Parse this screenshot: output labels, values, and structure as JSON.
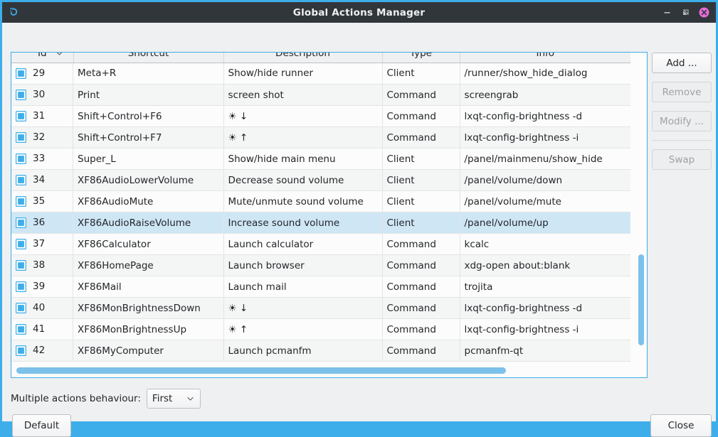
{
  "window": {
    "title": "Global Actions Manager",
    "app_icon": "lxqt-logo-icon",
    "controls": {
      "minimize": "minimize-icon",
      "maximize": "maximize-icon",
      "close": "close-icon"
    },
    "colors": {
      "accent": "#3daee9",
      "titlebar_bg": "#31363b",
      "dialog_bg": "#eff0f1",
      "selection": "#cfe6f5",
      "close_button": "#e56bd6"
    }
  },
  "table": {
    "columns": [
      {
        "label": "Id",
        "sort_indicator": "chevron-down-icon"
      },
      {
        "label": "Shortcut"
      },
      {
        "label": "Description"
      },
      {
        "label": "Type"
      },
      {
        "label": "Info"
      }
    ],
    "rows": [
      {
        "icon": "checkbox-icon",
        "id": "29",
        "shortcut": "Meta+R",
        "description": "Show/hide runner",
        "type": "Client",
        "info": "/runner/show_hide_dialog",
        "selected": false
      },
      {
        "icon": "checkbox-icon",
        "id": "30",
        "shortcut": "Print",
        "description": "screen shot",
        "type": "Command",
        "info": "screengrab",
        "selected": false
      },
      {
        "icon": "checkbox-icon",
        "id": "31",
        "shortcut": "Shift+Control+F6",
        "description": "☀ ↓",
        "type": "Command",
        "info": "lxqt-config-brightness -d",
        "selected": false
      },
      {
        "icon": "checkbox-icon",
        "id": "32",
        "shortcut": "Shift+Control+F7",
        "description": "☀ ↑",
        "type": "Command",
        "info": "lxqt-config-brightness -i",
        "selected": false
      },
      {
        "icon": "checkbox-icon",
        "id": "33",
        "shortcut": "Super_L",
        "description": "Show/hide main menu",
        "type": "Client",
        "info": "/panel/mainmenu/show_hide",
        "selected": false
      },
      {
        "icon": "checkbox-icon",
        "id": "34",
        "shortcut": "XF86AudioLowerVolume",
        "description": "Decrease sound volume",
        "type": "Client",
        "info": "/panel/volume/down",
        "selected": false
      },
      {
        "icon": "checkbox-icon",
        "id": "35",
        "shortcut": "XF86AudioMute",
        "description": "Mute/unmute sound volume",
        "type": "Client",
        "info": "/panel/volume/mute",
        "selected": false
      },
      {
        "icon": "checkbox-icon",
        "id": "36",
        "shortcut": "XF86AudioRaiseVolume",
        "description": "Increase sound volume",
        "type": "Client",
        "info": "/panel/volume/up",
        "selected": true
      },
      {
        "icon": "checkbox-icon",
        "id": "37",
        "shortcut": "XF86Calculator",
        "description": "Launch calculator",
        "type": "Command",
        "info": "kcalc",
        "selected": false
      },
      {
        "icon": "checkbox-icon",
        "id": "38",
        "shortcut": "XF86HomePage",
        "description": "Launch browser",
        "type": "Command",
        "info": "xdg-open about:blank",
        "selected": false
      },
      {
        "icon": "checkbox-icon",
        "id": "39",
        "shortcut": "XF86Mail",
        "description": "Launch mail",
        "type": "Command",
        "info": "trojita",
        "selected": false
      },
      {
        "icon": "checkbox-icon",
        "id": "40",
        "shortcut": "XF86MonBrightnessDown",
        "description": "☀ ↓",
        "type": "Command",
        "info": "lxqt-config-brightness -d",
        "selected": false
      },
      {
        "icon": "checkbox-icon",
        "id": "41",
        "shortcut": "XF86MonBrightnessUp",
        "description": "☀ ↑",
        "type": "Command",
        "info": "lxqt-config-brightness -i",
        "selected": false
      },
      {
        "icon": "checkbox-icon",
        "id": "42",
        "shortcut": "XF86MyComputer",
        "description": "Launch pcmanfm",
        "type": "Command",
        "info": "pcmanfm-qt",
        "selected": false
      }
    ]
  },
  "side_buttons": [
    {
      "label": "Add ...",
      "enabled": true
    },
    {
      "label": "Remove",
      "enabled": false
    },
    {
      "label": "Modify ...",
      "enabled": false
    },
    {
      "label": "Swap",
      "enabled": false
    }
  ],
  "behaviour": {
    "label": "Multiple actions behaviour:",
    "selected": "First",
    "arrow_icon": "chevron-down-icon"
  },
  "footer": {
    "default_label": "Default",
    "close_label": "Close"
  }
}
